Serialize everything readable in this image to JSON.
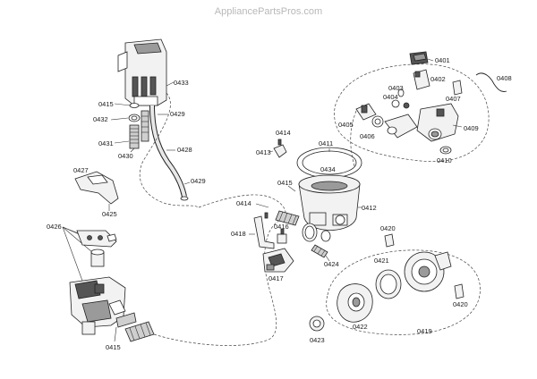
{
  "watermark": "AppliancePartsPros.com",
  "labels": {
    "p0401": "0401",
    "p0402": "0402",
    "p0403": "0403",
    "p0404": "0404",
    "p0405": "0405",
    "p0406": "0406",
    "p0407": "0407",
    "p0408": "0408",
    "p0409": "0409",
    "p0410": "0410",
    "p0411": "0411",
    "p0412": "0412",
    "p0413": "0413",
    "p0414a": "0414",
    "p0414b": "0414",
    "p0415a": "0415",
    "p0415b": "0415",
    "p0415c": "0415",
    "p0416": "0416",
    "p0417": "0417",
    "p0418": "0418",
    "p0419": "0419",
    "p0420a": "0420",
    "p0420b": "0420",
    "p0421": "0421",
    "p0422": "0422",
    "p0423": "0423",
    "p0424": "0424",
    "p0425": "0425",
    "p0426": "0426",
    "p0427": "0427",
    "p0428": "0428",
    "p0429a": "0429",
    "p0429b": "0429",
    "p0430": "0430",
    "p0431": "0431",
    "p0432": "0432",
    "p0433": "0433",
    "p0434": "0434"
  }
}
